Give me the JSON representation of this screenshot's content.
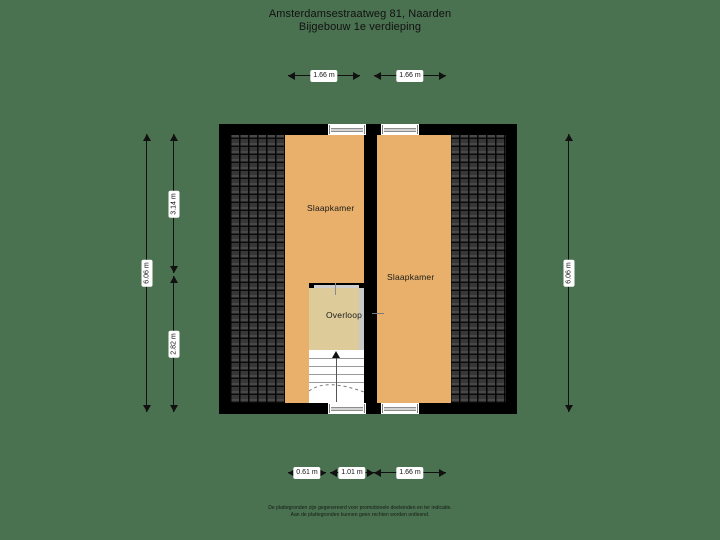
{
  "header": {
    "address": "Amsterdamsestraatweg 81, Naarden",
    "subtitle": "Bijgebouw 1e verdieping"
  },
  "footer": {
    "line1": "De plattegronden zijn gegenereerd voor promotionele doeleinden en ter indicatie.",
    "line2": "Aan de plattegronden kunnen geen rechten worden ontleend."
  },
  "rooms": {
    "bedroom_left": "Slaapkamer",
    "bedroom_right": "Slaapkamer",
    "landing": "Overloop"
  },
  "dimensions": {
    "top": [
      {
        "label": "1.66 m"
      },
      {
        "label": "1.66 m"
      }
    ],
    "bottom": [
      {
        "label": "0.61 m"
      },
      {
        "label": "1.01 m"
      },
      {
        "label": "1.66 m"
      }
    ],
    "left_outer": {
      "label": "6.06 m"
    },
    "left_inner": [
      {
        "label": "3.14 m"
      },
      {
        "label": "2.82 m"
      }
    ],
    "right_outer": {
      "label": "6.06 m"
    }
  },
  "colors": {
    "background": "#4a7150",
    "wall": "#000000",
    "room_floor": "#e8b06a",
    "landing_floor": "#ddcb9a",
    "roof_hatch": "#3a3a3a",
    "stairs": "#ffffff",
    "dimension_line": "#111111",
    "label_background": "#ffffff"
  }
}
